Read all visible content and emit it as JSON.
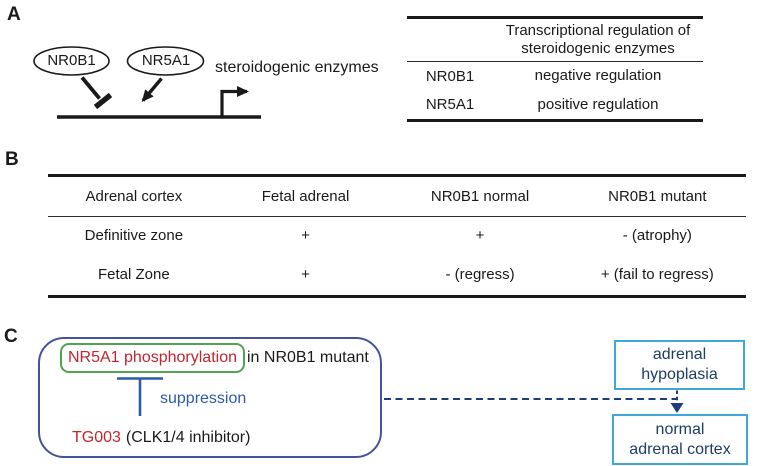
{
  "figure": {
    "panelA": {
      "label": "A",
      "diagram": {
        "repressor": "NR0B1",
        "activator": "NR5A1",
        "gene_label": "steroidogenic enzymes"
      },
      "table": {
        "header": "Transcriptional regulation of steroidogenic enzymes",
        "rows": [
          {
            "factor": "NR0B1",
            "regulation": "negative regulation"
          },
          {
            "factor": "NR5A1",
            "regulation": "positive regulation"
          }
        ]
      }
    },
    "panelB": {
      "label": "B",
      "table": {
        "headers": [
          "Adrenal cortex",
          "Fetal adrenal",
          "NR0B1 normal",
          "NR0B1 mutant"
        ],
        "rows": [
          [
            "Definitive zone",
            "+",
            "+",
            "- (atrophy)"
          ],
          [
            "Fetal Zone",
            "+",
            "- (regress)",
            "+ (fail to regress)"
          ]
        ]
      }
    },
    "panelC": {
      "label": "C",
      "phospho_label": "NR5A1 phosphorylation",
      "context_label": "in NR0B1 mutant",
      "suppression_label": "suppression",
      "drug_name": "TG003",
      "drug_description": "(CLK1/4 inhibitor)",
      "outcome_initial": {
        "line1": "adrenal",
        "line2": "hypoplasia"
      },
      "outcome_final": {
        "line1": "normal",
        "line2": "adrenal cortex"
      }
    },
    "colors": {
      "ink": "#1a1a1a",
      "red": "#c2262e",
      "green": "#54a353",
      "royal_blue": "#2e5aae",
      "navy_box_border": "#44549c",
      "dashed_blue": "#1e3d7c",
      "light_blue": "#3fa8d8",
      "navy_text": "#1b3e68"
    }
  }
}
